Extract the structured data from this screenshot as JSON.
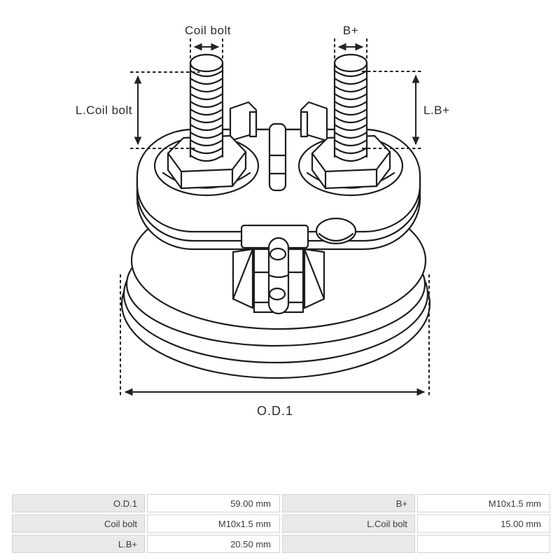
{
  "page": {
    "background": "#ffffff",
    "line_color": "#1d1d1d",
    "label_color": "#2b2b2b"
  },
  "diagram": {
    "description": "isometric-dimension-drawing-of-solenoid-cap",
    "annotations": {
      "coil_bolt": "Coil bolt",
      "b_plus": "B+",
      "l_coil_bolt": "L.Coil bolt",
      "l_b_plus": "L.B+",
      "od_1": "O.D.1"
    }
  },
  "spec_table": {
    "label_bg": "#e9e9e9",
    "value_bg": "#ffffff",
    "border_color": "#d3d3d3",
    "text_color": "#3c3c3c",
    "rows": [
      [
        "O.D.1",
        "59.00 mm",
        "B+",
        "M10x1.5 mm"
      ],
      [
        "Coil bolt",
        "M10x1.5 mm",
        "L.Coil bolt",
        "15.00 mm"
      ],
      [
        "L.B+",
        "20.50 mm",
        "",
        ""
      ]
    ]
  }
}
